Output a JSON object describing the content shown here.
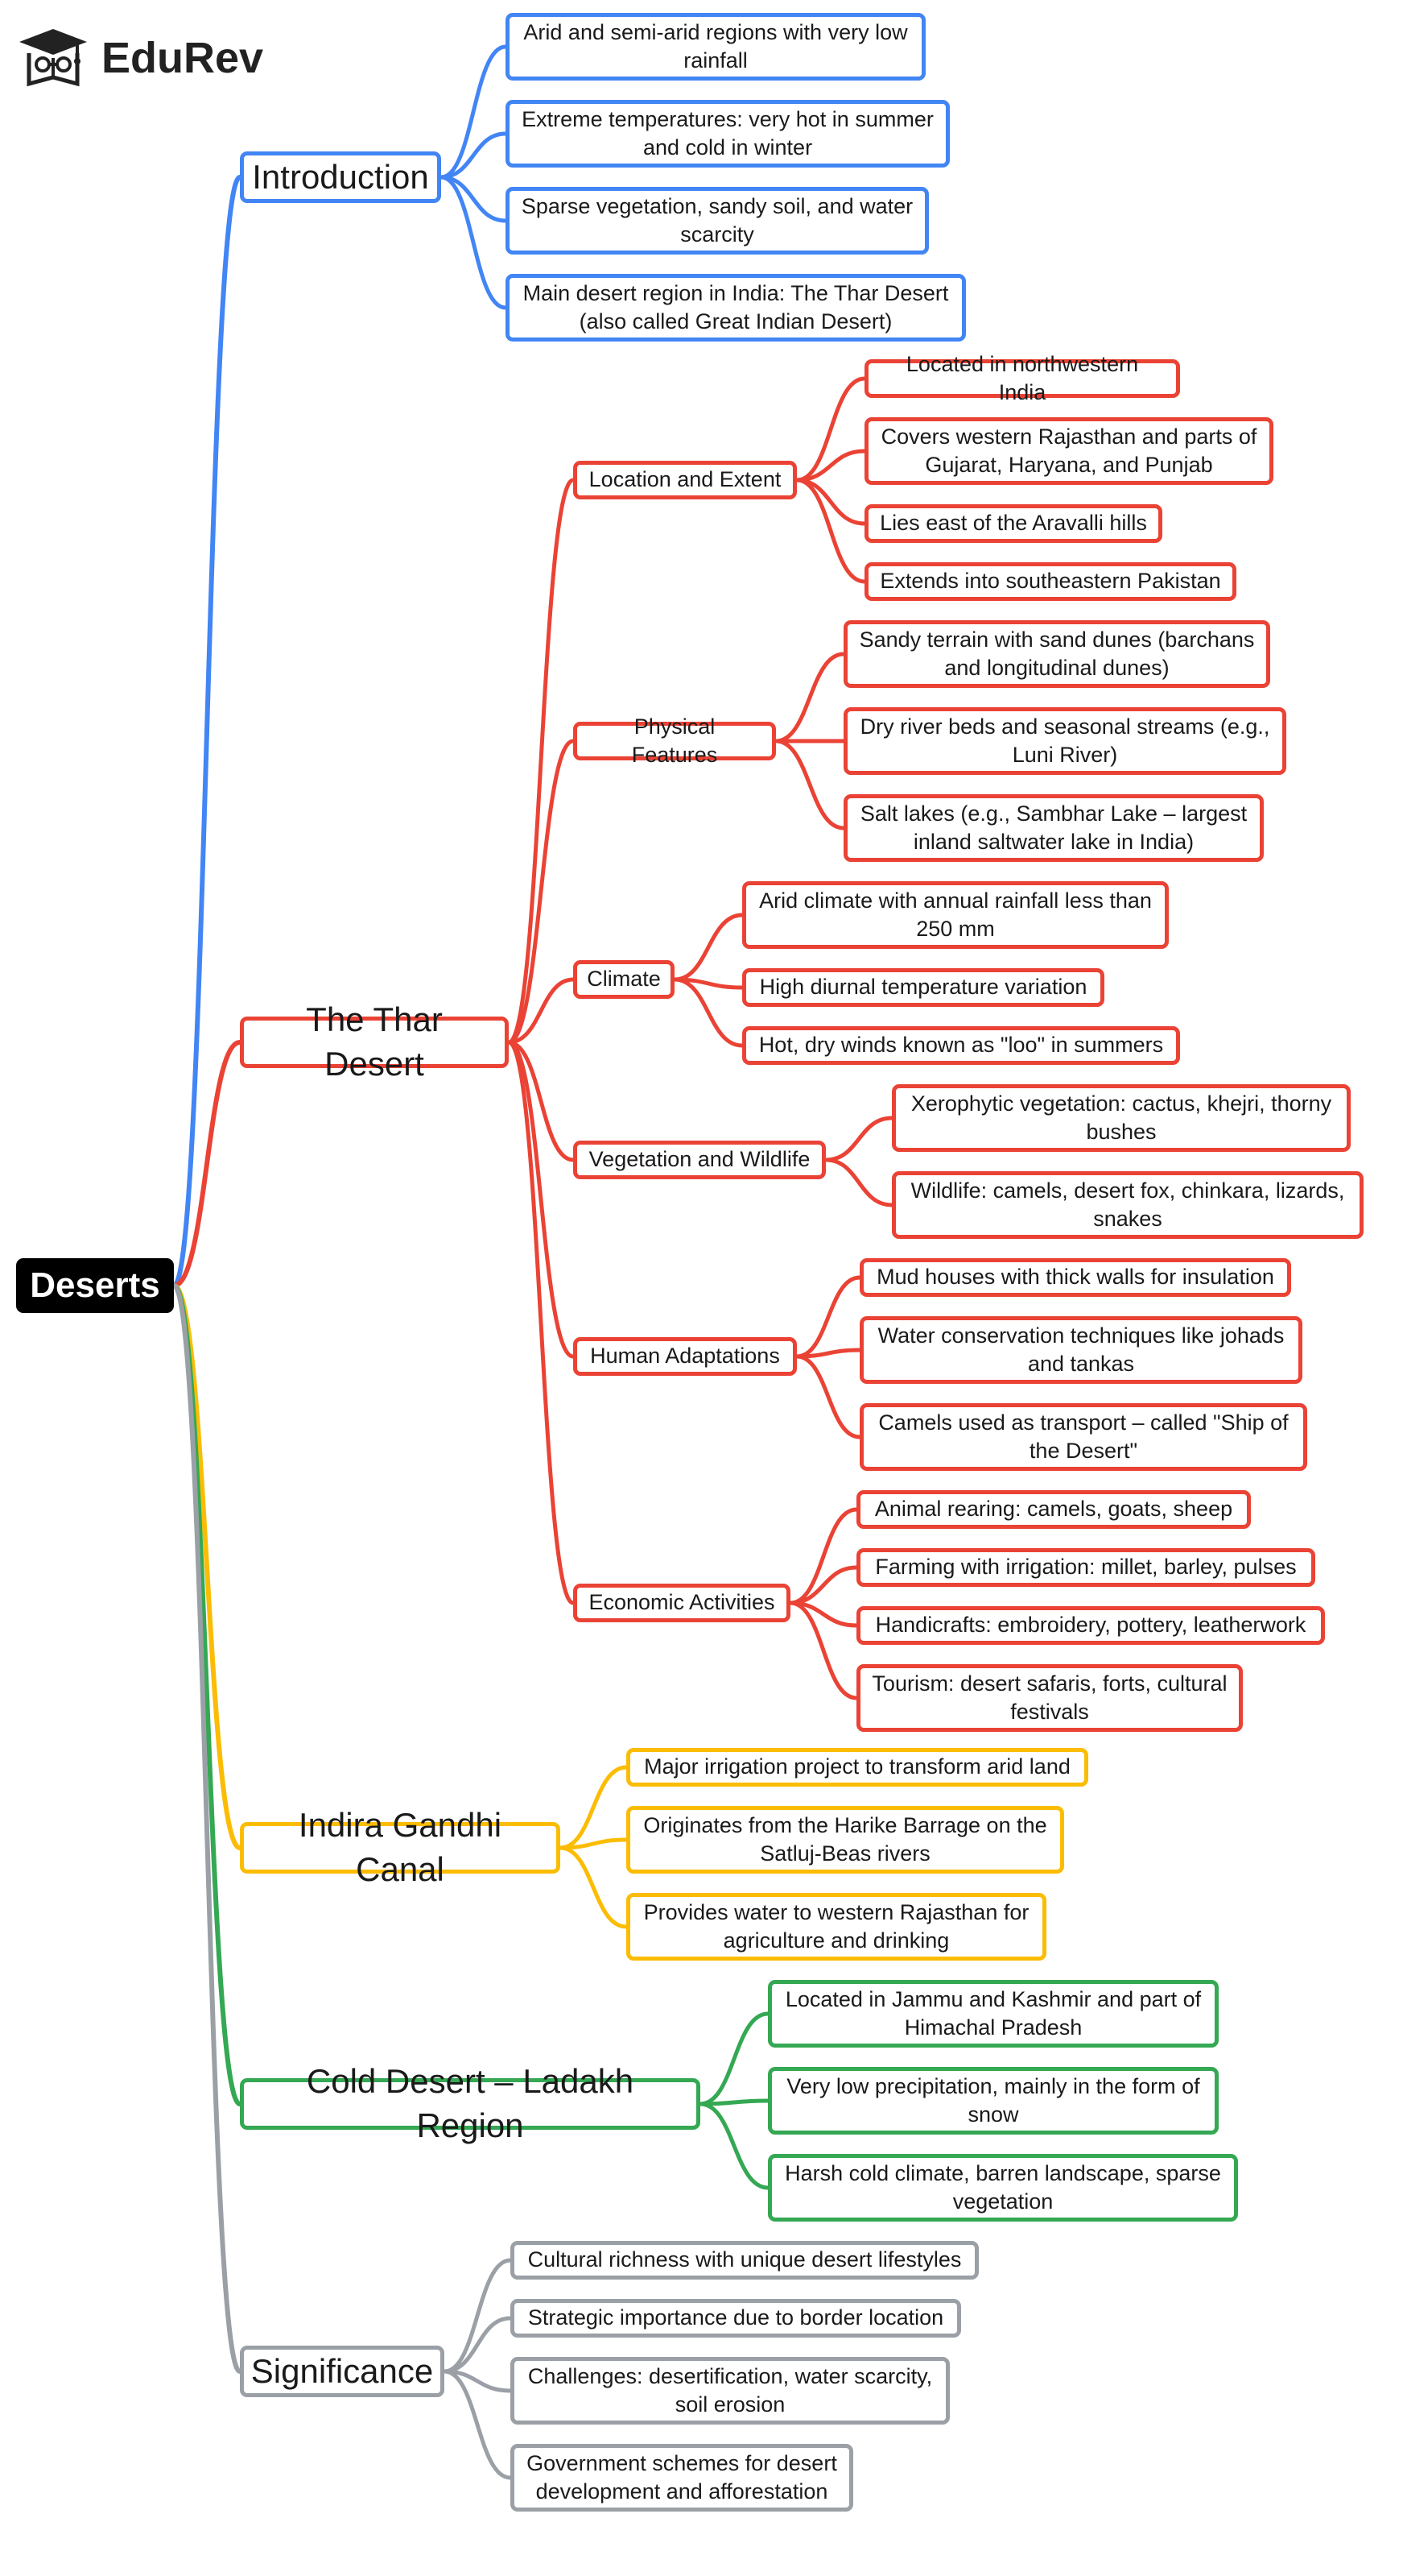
{
  "brand": {
    "name": "EduRev",
    "icon": "graduation-cap-book-icon"
  },
  "root": "Deserts",
  "colors": {
    "introduction": "#4285f4",
    "thar": "#ea4335",
    "canal": "#fbbc04",
    "cold": "#34a853",
    "significance": "#9aa0a6"
  },
  "branches": {
    "introduction": {
      "title": "Introduction",
      "points": [
        "Arid and semi-arid regions with very low rainfall",
        "Extreme temperatures: very hot in summer and cold in winter",
        "Sparse vegetation, sandy soil, and water scarcity",
        "Main desert region in India: The Thar Desert (also called Great Indian Desert)"
      ]
    },
    "thar": {
      "title": "The Thar Desert",
      "location": {
        "title": "Location and Extent",
        "points": [
          "Located in northwestern India",
          "Covers western Rajasthan and parts of Gujarat, Haryana, and Punjab",
          "Lies east of the Aravalli hills",
          "Extends into southeastern Pakistan"
        ]
      },
      "physical": {
        "title": "Physical Features",
        "points": [
          "Sandy terrain with sand dunes (barchans and longitudinal dunes)",
          "Dry river beds and seasonal streams (e.g., Luni River)",
          "Salt lakes (e.g., Sambhar Lake – largest inland saltwater lake in India)"
        ]
      },
      "climate": {
        "title": "Climate",
        "points": [
          "Arid climate with annual rainfall less than 250 mm",
          "High diurnal temperature variation",
          "Hot, dry winds known as \"loo\" in summers"
        ]
      },
      "vegetation": {
        "title": "Vegetation and Wildlife",
        "points": [
          "Xerophytic vegetation: cactus, khejri, thorny bushes",
          "Wildlife: camels, desert fox, chinkara, lizards, snakes"
        ]
      },
      "human": {
        "title": "Human Adaptations",
        "points": [
          "Mud houses with thick walls for insulation",
          "Water conservation techniques like johads and tankas",
          "Camels used as transport – called \"Ship of the Desert\""
        ]
      },
      "economic": {
        "title": "Economic Activities",
        "points": [
          "Animal rearing: camels, goats, sheep",
          "Farming with irrigation: millet, barley, pulses",
          "Handicrafts: embroidery, pottery, leatherwork",
          "Tourism: desert safaris, forts, cultural festivals"
        ]
      }
    },
    "canal": {
      "title": "Indira Gandhi Canal",
      "points": [
        "Major irrigation project to transform arid land",
        "Originates from the Harike Barrage on the Satluj-Beas rivers",
        "Provides water to western Rajasthan for agriculture and drinking"
      ]
    },
    "cold": {
      "title": "Cold Desert – Ladakh Region",
      "points": [
        "Located in Jammu and Kashmir and part of Himachal Pradesh",
        "Very low precipitation, mainly in the form of snow",
        "Harsh cold climate, barren landscape, sparse vegetation"
      ]
    },
    "significance": {
      "title": "Significance",
      "points": [
        "Cultural richness with unique desert lifestyles",
        "Strategic importance due to border location",
        "Challenges: desertification, water scarcity, soil erosion",
        "Government schemes for desert development and afforestation"
      ]
    }
  }
}
